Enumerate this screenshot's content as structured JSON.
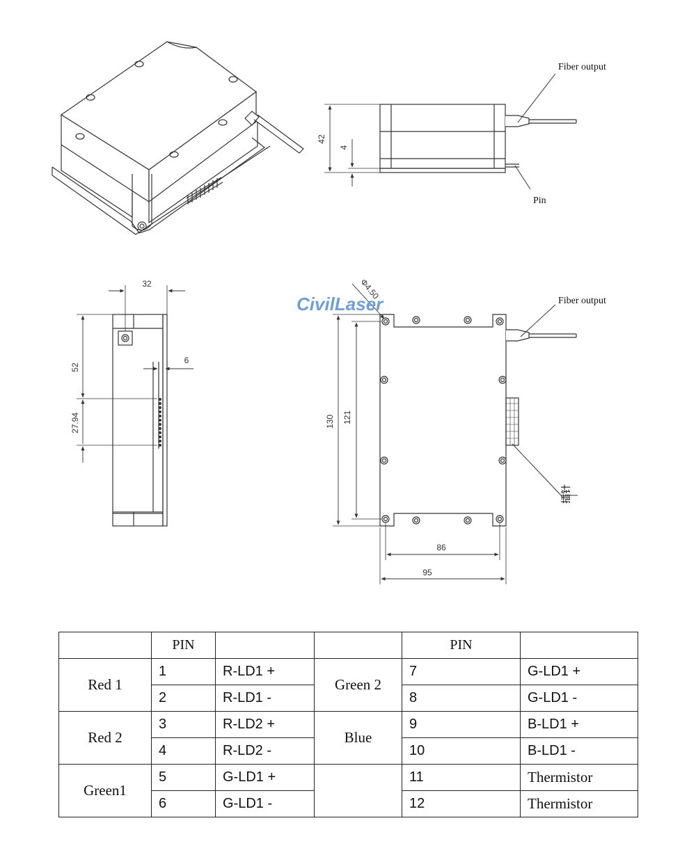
{
  "labels": {
    "fiber_output_top": "Fiber output",
    "pin": "Pin",
    "fiber_output_bottom": "Fiber output",
    "pin_cn": "插针",
    "watermark": "CivilLaser"
  },
  "dimensions": {
    "height_42": "42",
    "height_4": "4",
    "width_32": "32",
    "offset_6": "6",
    "len_52": "52",
    "len_27_94": "27.94",
    "hole_dia": "Φ4.50",
    "len_130": "130",
    "len_121": "121",
    "width_86": "86",
    "width_95": "95"
  },
  "table": {
    "header": {
      "left_pin": "PIN",
      "right_pin": "PIN"
    },
    "groups_left": [
      "Red 1",
      "Red 2",
      "Green1"
    ],
    "groups_right": [
      "Green 2",
      "Blue"
    ],
    "rows": [
      {
        "pin_l": "1",
        "sig_l": "R-LD1 +",
        "pin_r": "7",
        "sig_r": "G-LD1 +"
      },
      {
        "pin_l": "2",
        "sig_l": "R-LD1 -",
        "pin_r": "8",
        "sig_r": "G-LD1 -"
      },
      {
        "pin_l": "3",
        "sig_l": "R-LD2 +",
        "pin_r": "9",
        "sig_r": "B-LD1 +"
      },
      {
        "pin_l": "4",
        "sig_l": "R-LD2 -",
        "pin_r": "10",
        "sig_r": "B-LD1 -"
      },
      {
        "pin_l": "5",
        "sig_l": "G-LD1 +",
        "pin_r": "11",
        "sig_r": "Thermistor"
      },
      {
        "pin_l": "6",
        "sig_l": "G-LD1 -",
        "pin_r": "12",
        "sig_r": "Thermistor"
      }
    ]
  }
}
